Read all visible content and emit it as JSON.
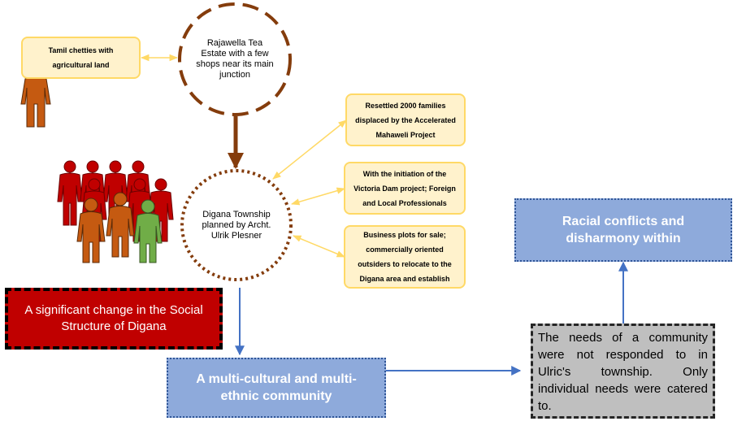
{
  "nodes": {
    "tamil_chetties": "Tamil chetties with agricultural land",
    "rajawella": "Rajawella Tea Estate with a few shops near its main junction",
    "digana_township": "Digana Township planned by Archt. Ulrik Plesner",
    "resettled": "Resettled 2000 families displaced by the Accelerated Mahaweli Project",
    "victoria_dam": "With the initiation of the Victoria Dam project; Foreign and Local Professionals",
    "business_plots": "Business plots for sale; commercially oriented outsiders to relocate to the Digana area and establish",
    "social_change": "A significant change in the Social Structure of Digana",
    "multicultural": "A multi-cultural and multi-ethnic community",
    "needs": "The needs of a community were not responded to in Ulric's township. Only individual needs were catered to.",
    "racial_conflicts": "Racial conflicts and disharmony within"
  },
  "colors": {
    "yellow_fill": "#fff2cc",
    "yellow_border": "#ffd966",
    "brown": "#843c0c",
    "red": "#c00000",
    "blue": "#8eaadb",
    "blue_arrow": "#4472c4",
    "grey": "#bfbfbf",
    "person_orange": "#c55a11",
    "person_green": "#70ad47"
  },
  "icons": [
    "person-icon",
    "group-of-people-icon"
  ]
}
